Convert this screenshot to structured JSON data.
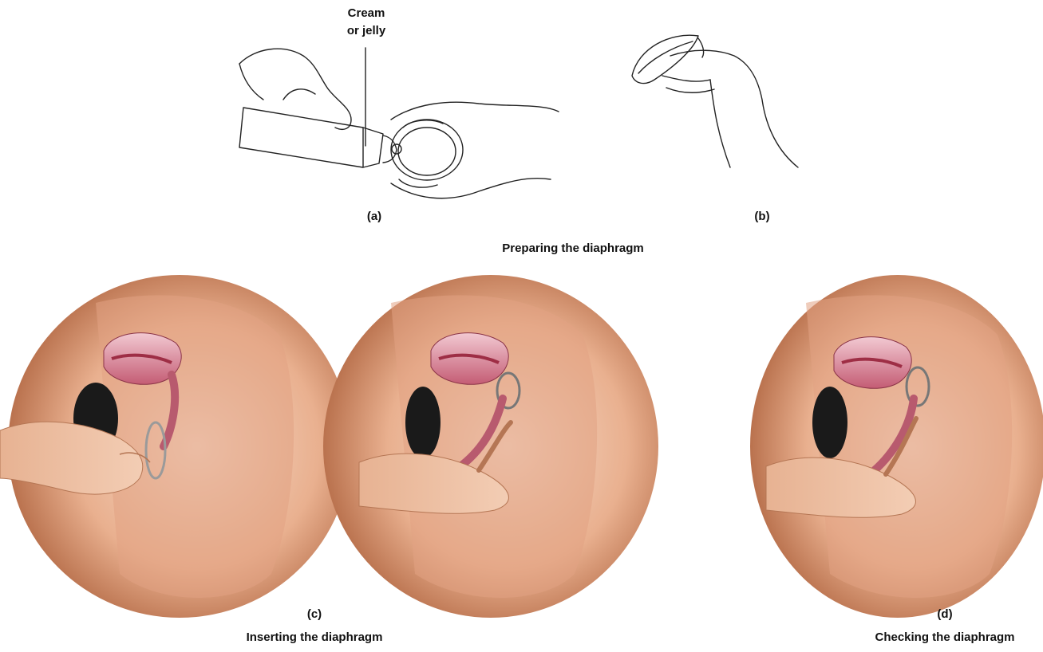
{
  "labels": {
    "cream_or_jelly_line1": "Cream",
    "cream_or_jelly_line2": "or jelly",
    "a": "(a)",
    "b": "(b)",
    "c": "(c)",
    "d": "(d)",
    "preparing": "Preparing the diaphragm",
    "inserting": "Inserting the diaphragm",
    "checking": "Checking the diaphragm"
  },
  "colors": {
    "background": "#ffffff",
    "line_art": "#222222",
    "skin_dark": "#a0522d",
    "skin_light": "#f4d4bc",
    "uterus": "#c8647a",
    "uterus_light": "#f0c6cf",
    "hair": "#1a1a1a"
  }
}
